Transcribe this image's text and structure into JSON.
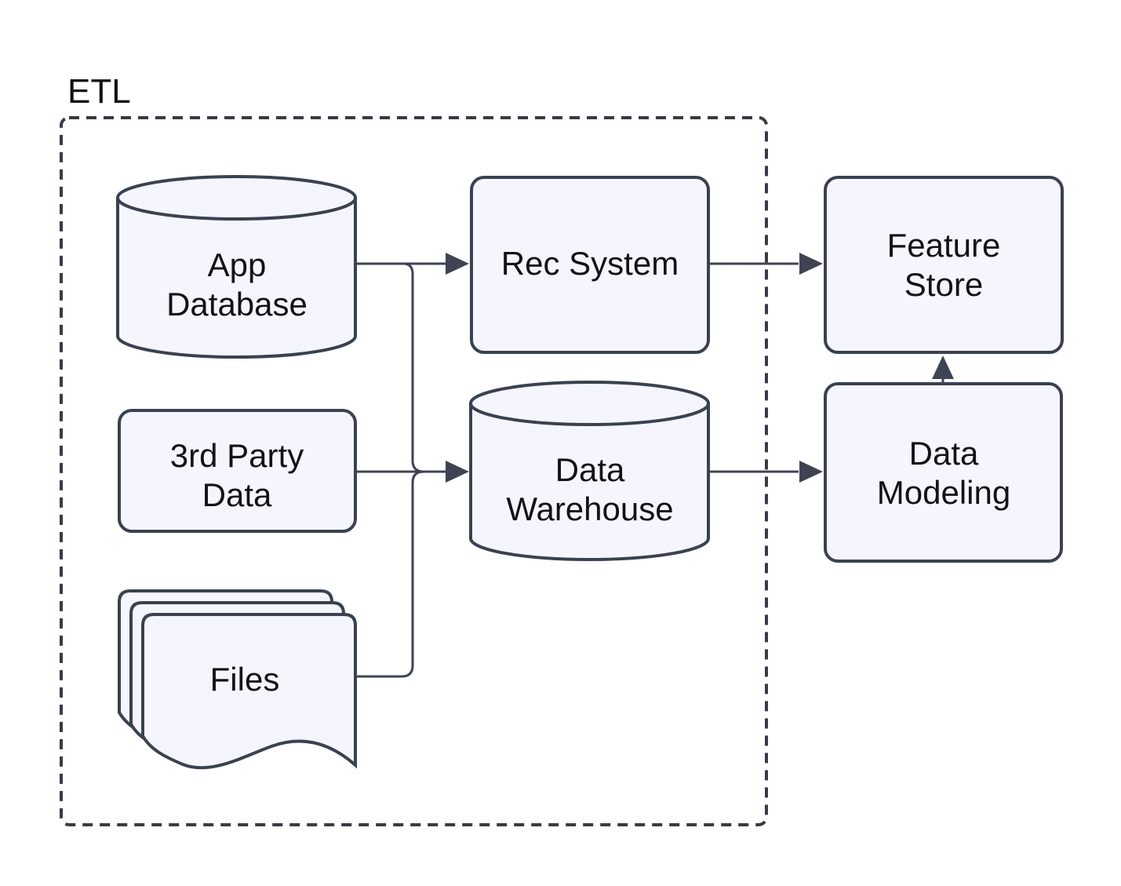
{
  "diagram": {
    "type": "flowchart",
    "container": {
      "label": "ETL"
    },
    "nodes": {
      "app_db": {
        "label": "App Database",
        "shape": "cylinder",
        "lines": [
          "App",
          "Database"
        ]
      },
      "third_party": {
        "label": "3rd Party Data",
        "shape": "rounded-rect",
        "lines": [
          "3rd Party",
          "Data"
        ]
      },
      "files": {
        "label": "Files",
        "shape": "document-stack",
        "lines": [
          "Files"
        ]
      },
      "rec_system": {
        "label": "Rec System",
        "shape": "rounded-rect",
        "lines": [
          "Rec System"
        ]
      },
      "data_warehouse": {
        "label": "Data Warehouse",
        "shape": "cylinder",
        "lines": [
          "Data",
          "Warehouse"
        ]
      },
      "feature_store": {
        "label": "Feature Store",
        "shape": "rounded-rect",
        "lines": [
          "Feature",
          "Store"
        ]
      },
      "data_modeling": {
        "label": "Data Modeling",
        "shape": "rounded-rect",
        "lines": [
          "Data",
          "Modeling"
        ]
      }
    },
    "edges": [
      {
        "from": "App Database",
        "to": "Rec System"
      },
      {
        "from": "App Database",
        "to": "Data Warehouse"
      },
      {
        "from": "3rd Party Data",
        "to": "Data Warehouse"
      },
      {
        "from": "Files",
        "to": "Data Warehouse"
      },
      {
        "from": "Rec System",
        "to": "Feature Store"
      },
      {
        "from": "Data Warehouse",
        "to": "Data Modeling"
      },
      {
        "from": "Data Modeling",
        "to": "Feature Store"
      }
    ],
    "colors": {
      "node_fill": "#f5f5fd",
      "node_stroke": "#3a4150",
      "edge": "#3f4454",
      "container_stroke": "#363b47",
      "text": "#121317",
      "background": "#ffffff"
    }
  }
}
